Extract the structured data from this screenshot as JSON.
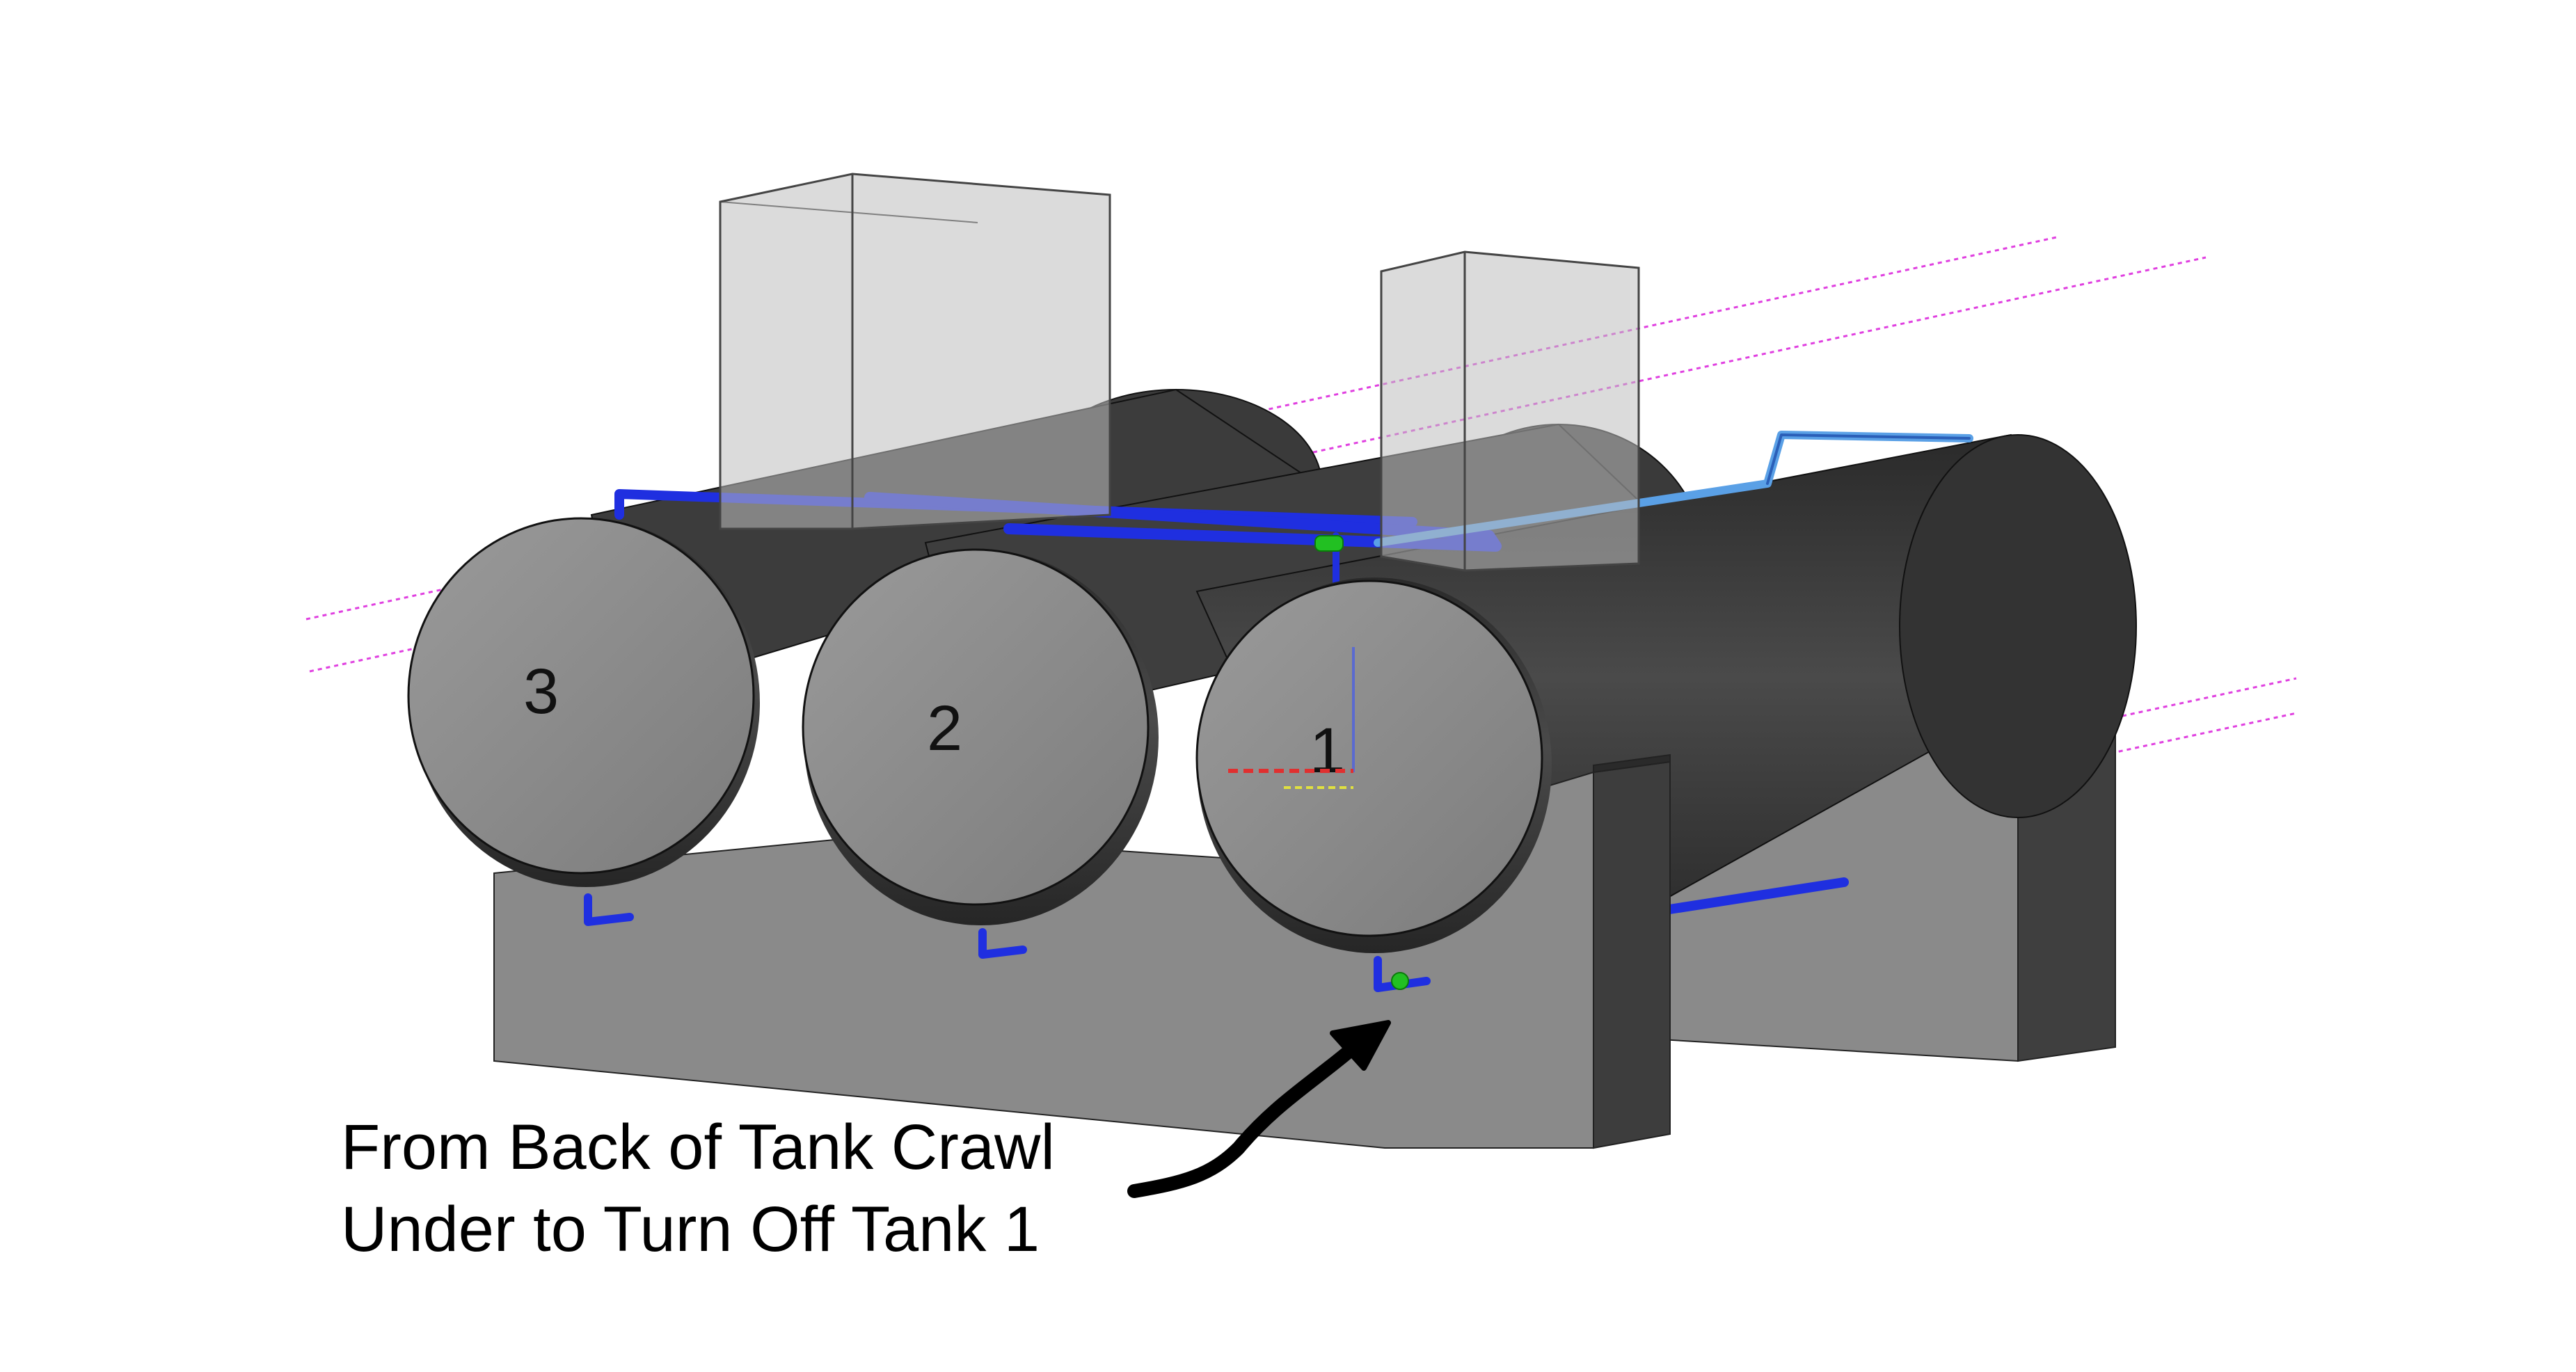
{
  "tanks": [
    {
      "label": "3"
    },
    {
      "label": "2"
    },
    {
      "label": "1"
    }
  ],
  "annotation": {
    "line1": "From Back of Tank Crawl",
    "line2": "Under to Turn Off Tank 1"
  },
  "colors": {
    "tank_face": "#8c8c8c",
    "tank_body": "#3a3a3a",
    "pedestal": "#8a8a8a",
    "hood": "#bdbdbd",
    "pipe": "#1f2fe0",
    "pipe_light": "#5aa0e6",
    "guide_line": "#e040e0",
    "valve": "#22c022",
    "arrow": "#000000"
  }
}
